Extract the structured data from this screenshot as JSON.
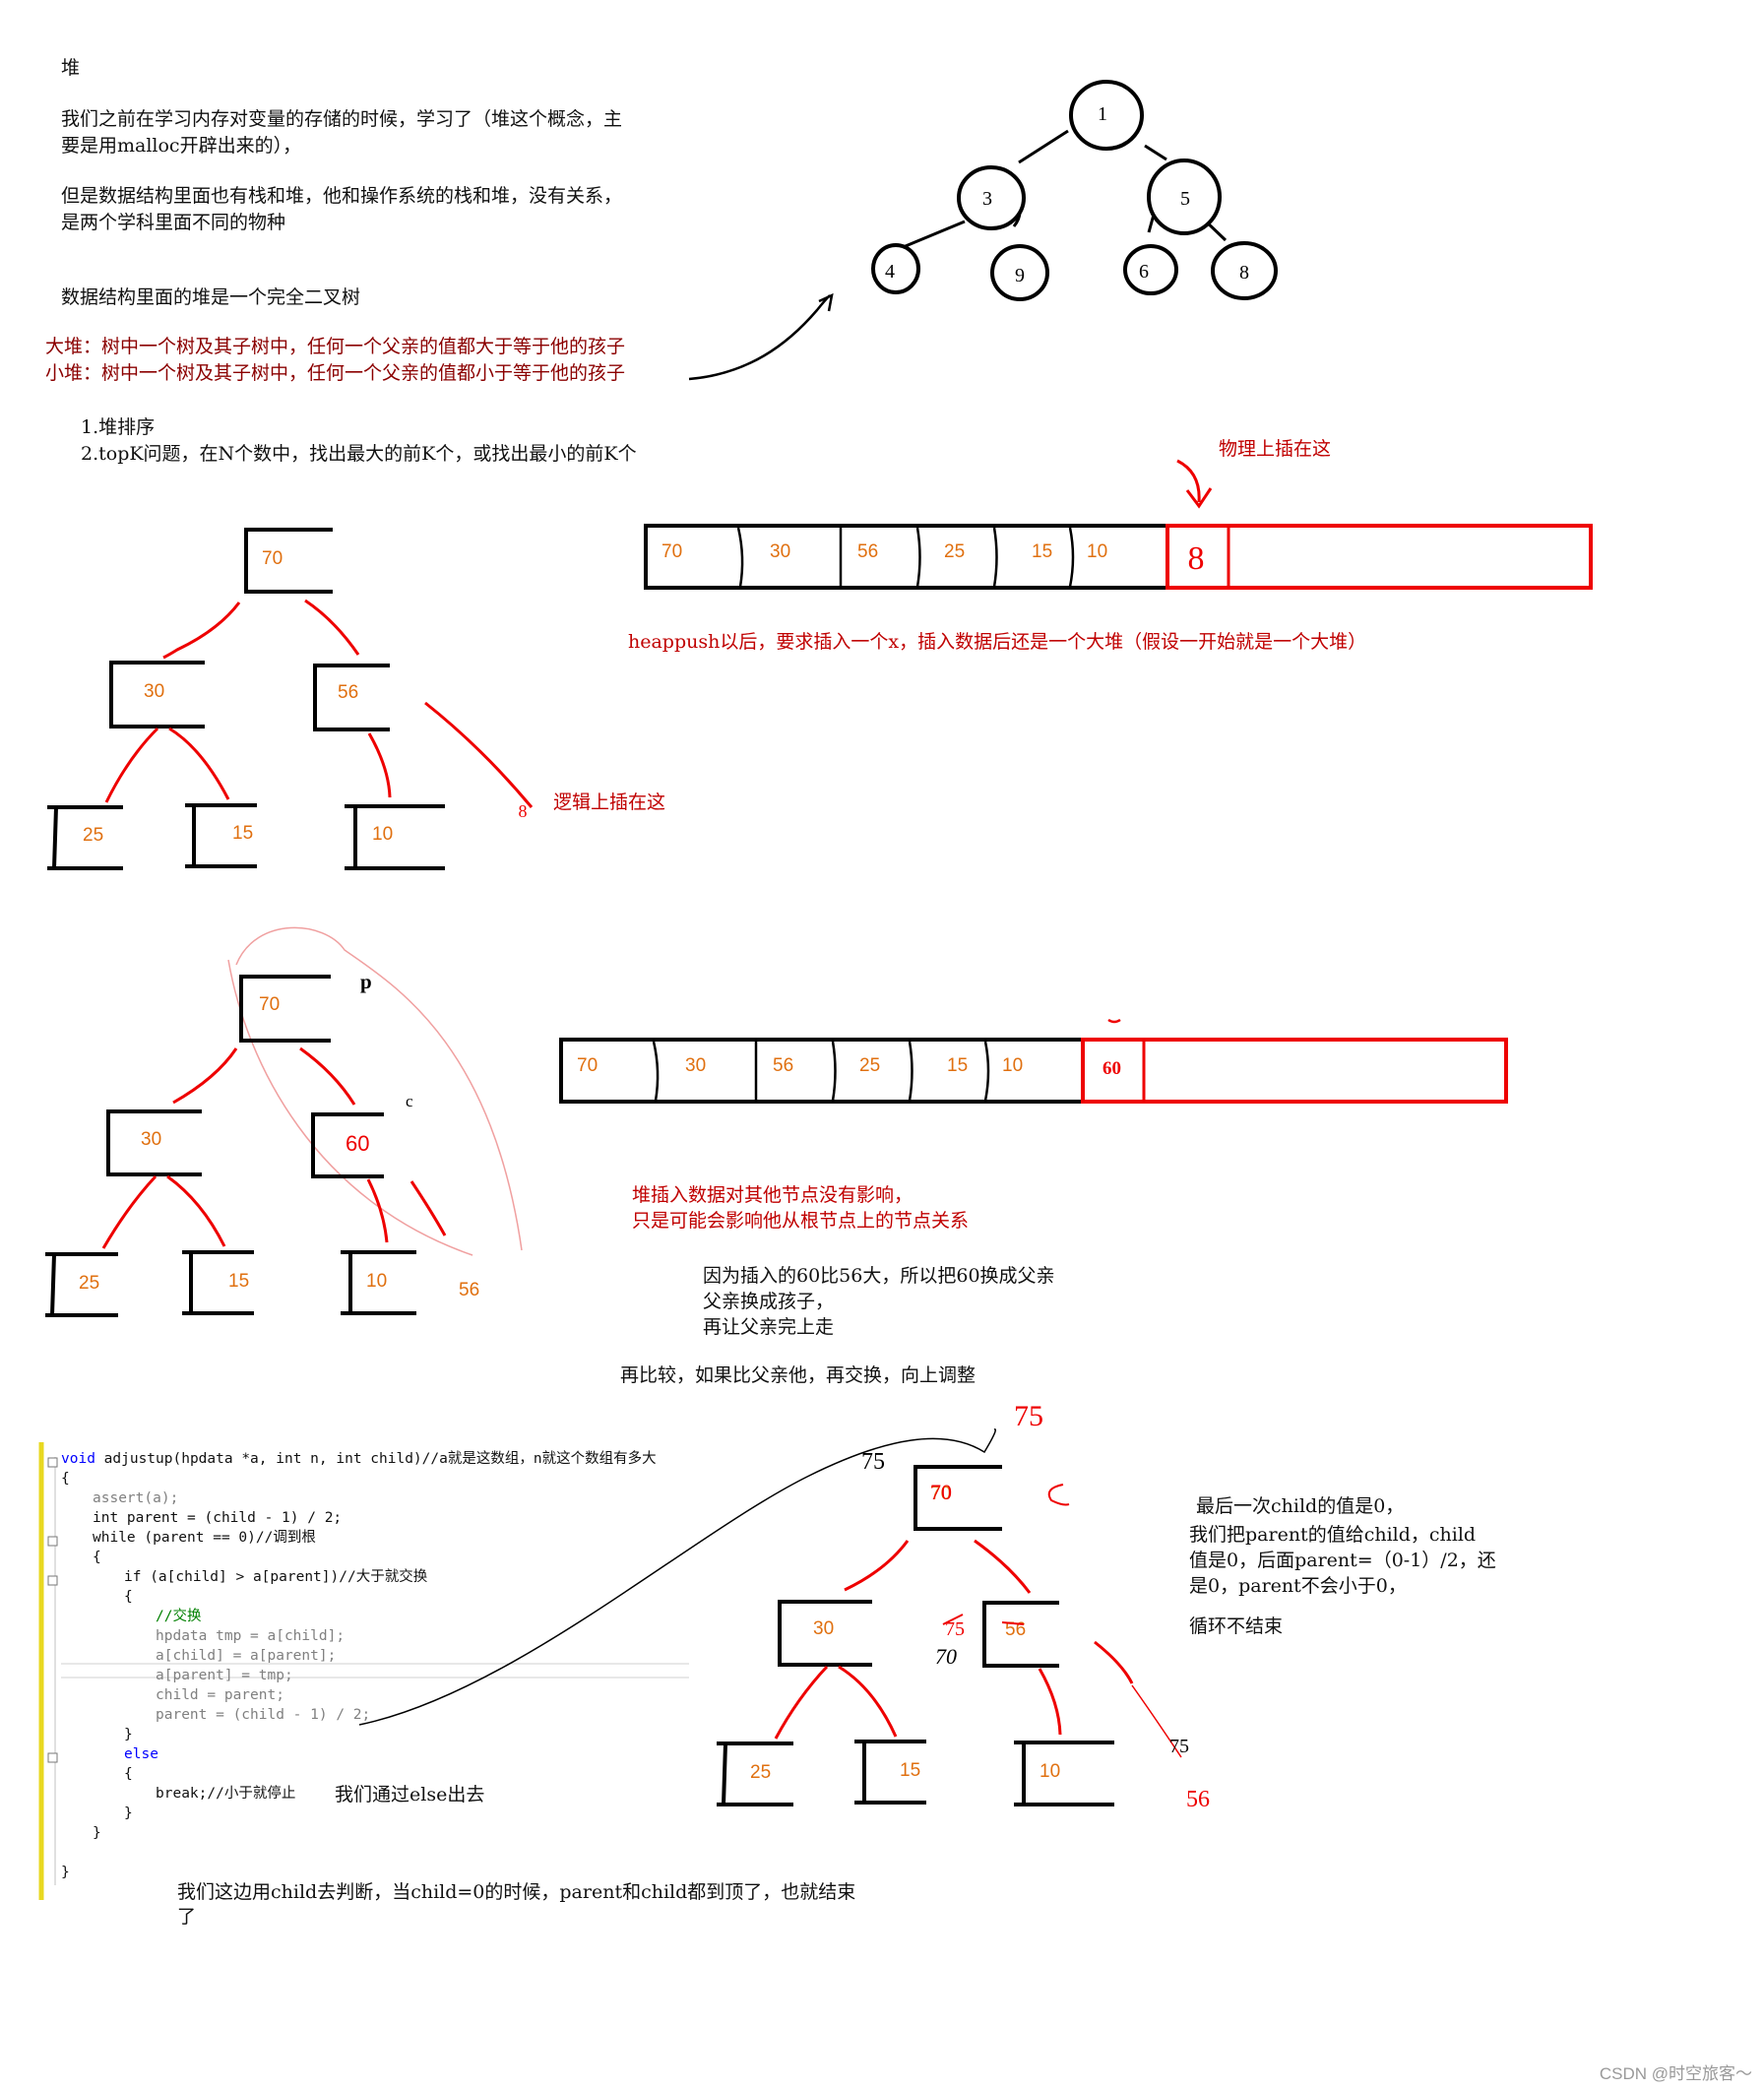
{
  "notes": {
    "title": "堆",
    "p1_line1": "我们之前在学习内存对变量的存储的时候，学习了（堆这个概念，主",
    "p1_line2": "要是用malloc开辟出来的），",
    "p2_line1": "但是数据结构里面也有栈和堆，他和操作系统的栈和堆，没有关系，",
    "p2_line2": "是两个学科里面不同的物种",
    "p3": "数据结构里面的堆是一个完全二叉树",
    "big_heap": "大堆：树中一个树及其子树中，任何一个父亲的值都大于等于他的孩子",
    "small_heap": "小堆：树中一个树及其子树中，任何一个父亲的值都小于等于他的孩子",
    "use1": "1.堆排序",
    "use2": "2.topK问题，在N个数中，找出最大的前K个，或找出最小的前K个"
  },
  "tree1": {
    "nodes": [
      "1",
      "3",
      "5",
      "4",
      "9",
      "6",
      "8"
    ]
  },
  "section1": {
    "physical_label": "物理上插在这",
    "array": [
      "70",
      "30",
      "56",
      "25",
      "15",
      "10"
    ],
    "inserted": "8",
    "heappush_note": "heappush以后，要求插入一个x，插入数据后还是一个大堆（假设一开始就是一个大堆）",
    "tree": [
      "70",
      "30",
      "56",
      "25",
      "15",
      "10"
    ],
    "logical_label": "逻辑上插在这",
    "logical_mark": "8"
  },
  "section2": {
    "tree": [
      "70",
      "30",
      "60",
      "25",
      "15",
      "10"
    ],
    "moved": "56",
    "p_label": "p",
    "c_label": "c",
    "array": [
      "70",
      "30",
      "56",
      "25",
      "15",
      "10"
    ],
    "inserted": "60",
    "note1": "堆插入数据对其他节点没有影响，",
    "note2": "只是可能会影响他从根节点上的节点关系",
    "note3": "因为插入的60比56大，所以把60换成父亲",
    "note4": "父亲换成孩子，",
    "note5": "再让父亲完上走",
    "note6": "再比较，如果比父亲他，再交换，向上调整"
  },
  "code": {
    "l0": "void adjustup(hpdata *a, int n, int child)//a就是这数组，n就这个数组有多大",
    "l1": "{",
    "l2": "assert(a);",
    "l3": "int parent = (child - 1) / 2;",
    "l4": "while (parent == 0)//调到根",
    "l5": "{",
    "l6": "if (a[child] > a[parent])//大于就交换",
    "l7": "{",
    "l8": "//交换",
    "l9": "hpdata tmp = a[child];",
    "l10": "a[child] = a[parent];",
    "l11": "a[parent] = tmp;",
    "l12": "child = parent;",
    "l13": "parent = (child - 1) / 2;",
    "l14": "}",
    "l15": "else",
    "l16": "{",
    "l17": "break;//小于就停止",
    "l18": "}",
    "l19": "}",
    "l20": "}",
    "else_note": "我们通过else出去",
    "bottom_note1": "我们这边用child去判断，当child=0的时候，parent和child都到顶了，也就结束",
    "bottom_note2": "了"
  },
  "section3": {
    "tree": [
      "70",
      "30",
      "56",
      "25",
      "15",
      "10"
    ],
    "scribbles": [
      "75",
      "70",
      "75",
      "75",
      "70",
      "75",
      "56"
    ],
    "note1": "最后一次child的值是0，",
    "note2": "我们把parent的值给child，child",
    "note3": "值是0，后面parent=（0-1）/2，还",
    "note4": "是0，parent不会小于0，",
    "note5": "循环不结束"
  },
  "watermark": "CSDN @时空旅客～"
}
